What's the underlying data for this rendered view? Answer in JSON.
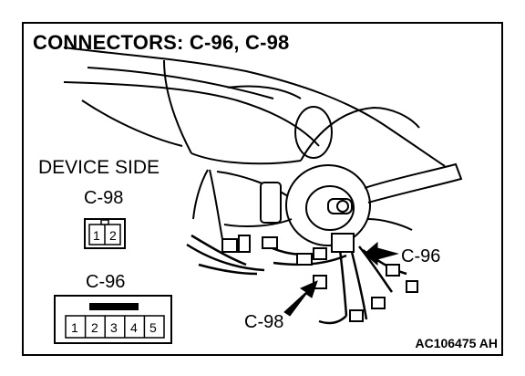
{
  "title": "CONNECTORS: C-96, C-98",
  "device_side_label": "DEVICE SIDE",
  "connectors": {
    "c98": {
      "label": "C-98",
      "pins": [
        "1",
        "2"
      ]
    },
    "c96": {
      "label": "C-96",
      "pins": [
        "1",
        "2",
        "3",
        "4",
        "5"
      ]
    }
  },
  "callouts": {
    "c96": "C-96",
    "c98": "C-98"
  },
  "figure_code": "AC106475 AH"
}
